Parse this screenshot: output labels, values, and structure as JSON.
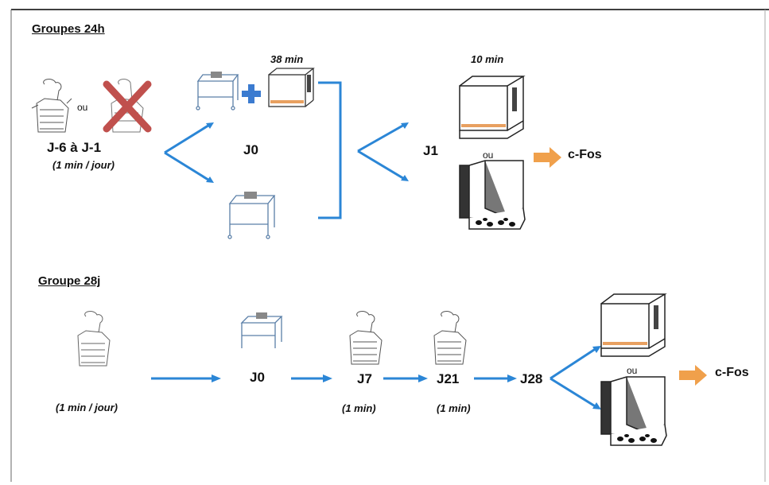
{
  "section_24h": {
    "title": "Groupes 24h",
    "hab_label": "J-6 à J-1",
    "hab_sub": "(1 min / jour)",
    "or_text": "ou",
    "j0": "J0",
    "j0_duration": "38 min",
    "j1": "J1",
    "j1_duration": "10 min",
    "j1_or": "ou",
    "result": "c-Fos"
  },
  "section_28j": {
    "title": "Groupe 28j",
    "hab_sub": "(1 min / jour)",
    "j0": "J0",
    "j7": "J7",
    "j7_sub": "(1 min)",
    "j21": "J21",
    "j21_sub": "(1 min)",
    "j28": "J28",
    "or_text": "ou",
    "result": "c-Fos"
  },
  "colors": {
    "arrow_blue": "#2b86d6",
    "orange": "#f0a04b",
    "cross_red": "#c0504d",
    "plus_blue": "#3b7bd0"
  }
}
